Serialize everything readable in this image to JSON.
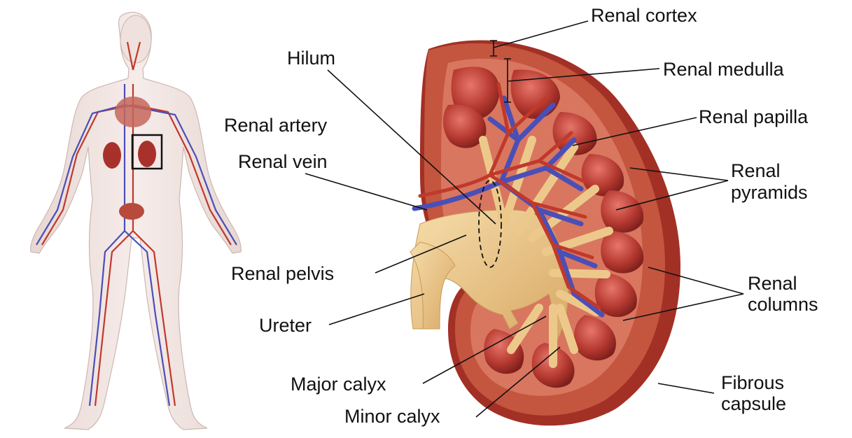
{
  "labels": {
    "renal_cortex": "Renal cortex",
    "hilum": "Hilum",
    "renal_medulla": "Renal medulla",
    "renal_papilla": "Renal papilla",
    "renal_artery": "Renal artery",
    "renal_vein": "Renal vein",
    "renal_pyramids": [
      "Renal",
      "pyramids"
    ],
    "renal_pelvis": "Renal pelvis",
    "renal_columns": [
      "Renal",
      "columns"
    ],
    "ureter": "Ureter",
    "major_calyx": "Major calyx",
    "fibrous_capsule": [
      "Fibrous",
      "capsule"
    ],
    "minor_calyx": "Minor calyx"
  },
  "colors": {
    "capsule": "#b23a2c",
    "cortex": "#c8553f",
    "pyramid": "#a8322b",
    "pelvis": "#f0cf93",
    "artery": "#c0392b",
    "vein": "#4a4fb8",
    "body": "#eedfdb"
  }
}
